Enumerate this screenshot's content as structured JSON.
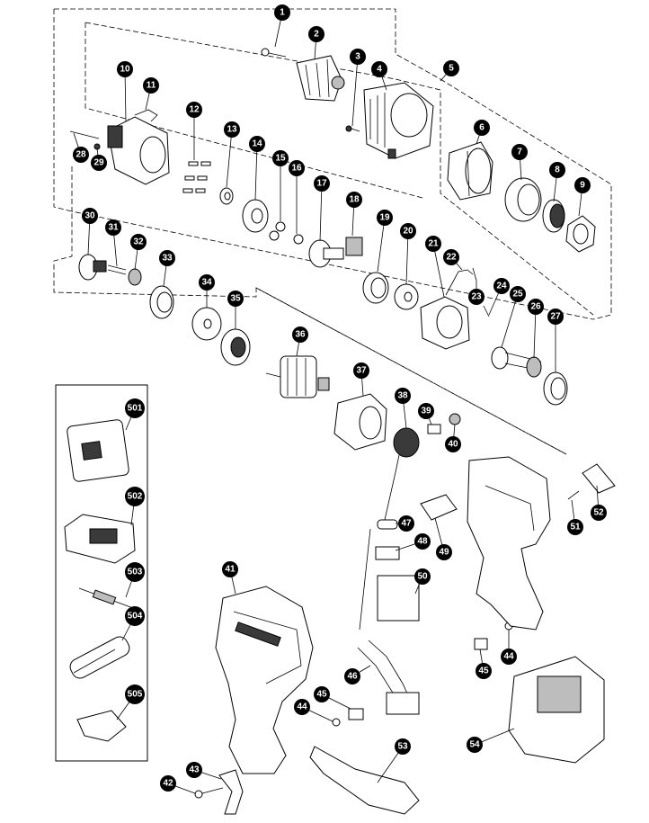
{
  "diagram": {
    "callouts": [
      "1",
      "2",
      "3",
      "4",
      "5",
      "6",
      "7",
      "8",
      "9",
      "10",
      "11",
      "12",
      "13",
      "14",
      "15",
      "16",
      "17",
      "18",
      "19",
      "20",
      "21",
      "22",
      "23",
      "24",
      "25",
      "26",
      "27",
      "28",
      "29",
      "30",
      "31",
      "32",
      "33",
      "34",
      "35",
      "36",
      "37",
      "38",
      "39",
      "40",
      "41",
      "42",
      "43",
      "44",
      "45",
      "44",
      "45",
      "46",
      "47",
      "48",
      "49",
      "50",
      "51",
      "52",
      "53",
      "54",
      "501",
      "502",
      "503",
      "504",
      "505"
    ],
    "colors": {
      "ink": "#000000",
      "paper": "#ffffff",
      "fill_dark": "#3a3a3a",
      "fill_gray": "#bdbdbd"
    }
  }
}
